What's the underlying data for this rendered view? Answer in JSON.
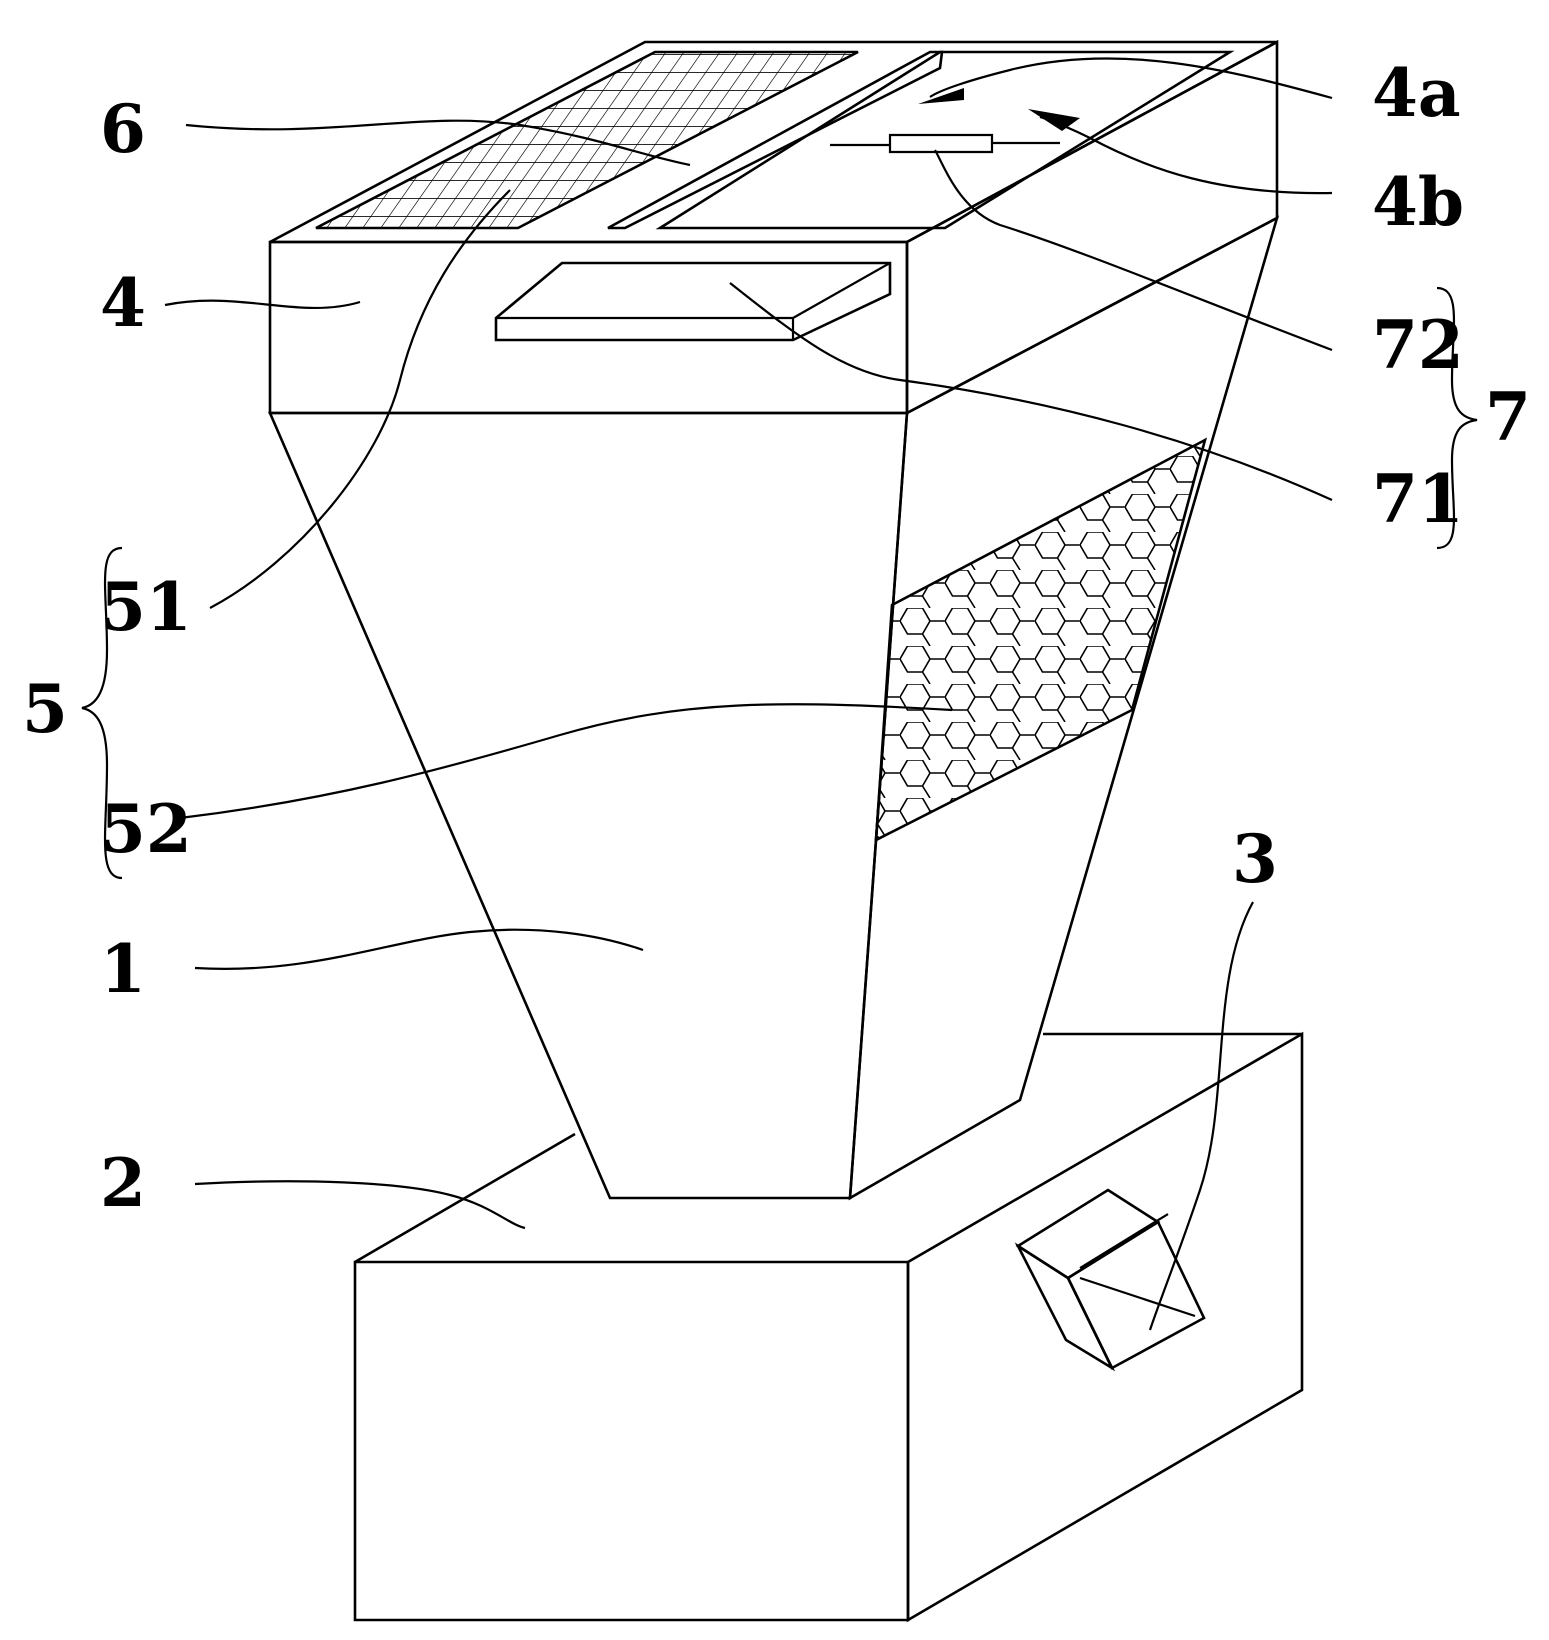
{
  "labels": {
    "l6": "6",
    "l4a": "4a",
    "l4b": "4b",
    "l4": "4",
    "l72": "72",
    "l7": "7",
    "l71": "71",
    "l51": "51",
    "l5": "5",
    "l52": "52",
    "l3": "3",
    "l1": "1",
    "l2": "2"
  },
  "colors": {
    "ink": "#000000",
    "paper": "#ffffff"
  }
}
